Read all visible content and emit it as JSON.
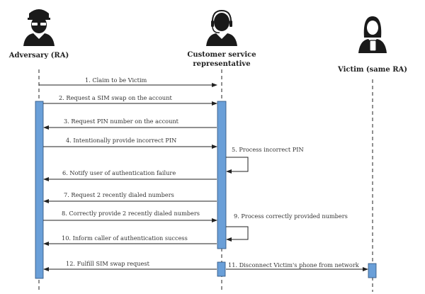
{
  "actors": [
    {
      "id": "adversary",
      "label": [
        "Adversary (RA)"
      ],
      "icon": "hacker-icon"
    },
    {
      "id": "csr",
      "label": [
        "Customer service",
        "representative"
      ],
      "icon": "headset-agent-icon"
    },
    {
      "id": "victim",
      "label": [
        "Victim (same RA)"
      ],
      "icon": "woman-phone-icon"
    }
  ],
  "colors": {
    "activation": "#6a9fd8",
    "activation_border": "#2a4f7a",
    "line": "#222222"
  },
  "messages": [
    {
      "n": 1,
      "text": "1. Claim to be Victim",
      "from": "adversary",
      "to": "csr"
    },
    {
      "n": 2,
      "text": "2. Request a SIM swap on the account",
      "from": "adversary",
      "to": "csr"
    },
    {
      "n": 3,
      "text": "3. Request PIN number on the account",
      "from": "csr",
      "to": "adversary"
    },
    {
      "n": 4,
      "text": "4. Intentionally provide incorrect PIN",
      "from": "adversary",
      "to": "csr"
    },
    {
      "n": 5,
      "text": "5. Process incorrect PIN",
      "from": "csr",
      "to": "csr"
    },
    {
      "n": 6,
      "text": "6. Notify user of authentication failure",
      "from": "csr",
      "to": "adversary"
    },
    {
      "n": 7,
      "text": "7. Request 2 recently dialed numbers",
      "from": "csr",
      "to": "adversary"
    },
    {
      "n": 8,
      "text": "8. Correctly provide 2 recently dialed numbers",
      "from": "adversary",
      "to": "csr"
    },
    {
      "n": 9,
      "text": "9. Process correctly provided numbers",
      "from": "csr",
      "to": "csr"
    },
    {
      "n": 10,
      "text": "10. Inform caller of authentication success",
      "from": "csr",
      "to": "adversary"
    },
    {
      "n": 11,
      "text": "11. Disconnect Victim's phone from network",
      "from": "csr",
      "to": "victim"
    },
    {
      "n": 12,
      "text": "12. Fulfill SIM swap request",
      "from": "csr",
      "to": "adversary"
    }
  ]
}
